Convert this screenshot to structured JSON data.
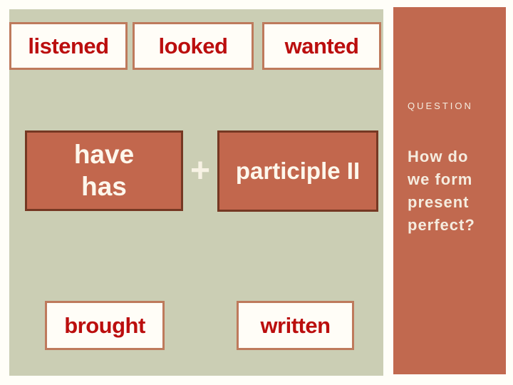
{
  "slide": {
    "top_row": {
      "verbs": [
        "listened",
        "looked",
        "wanted"
      ]
    },
    "formula": {
      "auxiliaries": [
        "have",
        "has"
      ],
      "operator": "+",
      "participle": "participle II"
    },
    "bottom_row": {
      "verbs": [
        "brought",
        "written"
      ]
    },
    "sidebar": {
      "label": "QUESTION",
      "question_lines": [
        "How do",
        "we form",
        "present",
        "perfect?"
      ]
    }
  },
  "colors": {
    "page_background": "#fffef8",
    "main_panel_sage": "#cbceb4",
    "sidebar_terracotta": "#c1694f",
    "filled_box_terracotta": "#c2674d",
    "filled_box_border": "#753823",
    "white_box_fill": "#fffdf7",
    "white_box_border": "#be7a5c",
    "verb_text_red": "#bb0e0e",
    "cream_text": "#f4ebdf"
  }
}
